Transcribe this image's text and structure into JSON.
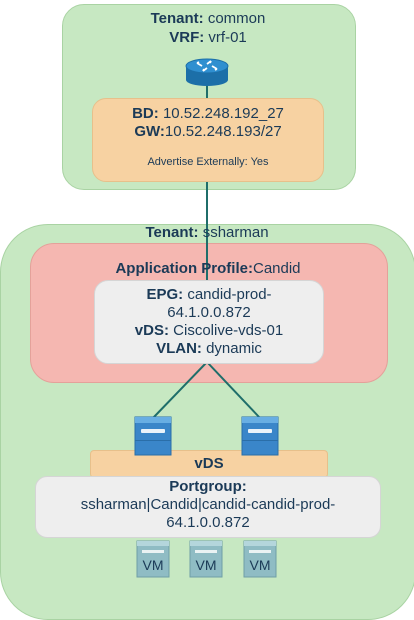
{
  "tenant_common": {
    "tenant_label": "Tenant:",
    "tenant_value": "common",
    "vrf_label": "VRF:",
    "vrf_value": "vrf-01"
  },
  "bd": {
    "bd_label": "BD:",
    "bd_value": "10.52.248.192_27",
    "gw_label": "GW:",
    "gw_value": "10.52.248.193/27",
    "advertise": "Advertise Externally: Yes"
  },
  "tenant_ssharman": {
    "tenant_label": "Tenant:",
    "tenant_value": "ssharman"
  },
  "app_profile": {
    "label": "Application Profile:",
    "value": "Candid"
  },
  "epg": {
    "epg_label": "EPG:",
    "epg_value_line1": "candid-prod-",
    "epg_value_line2": "64.1.0.0.872",
    "vds_label": "vDS:",
    "vds_value": "Ciscolive-vds-01",
    "vlan_label": "VLAN:",
    "vlan_value": "dynamic"
  },
  "vds_bar": {
    "label": "vDS"
  },
  "portgroup": {
    "label": "Portgroup:",
    "value_line1": "ssharman|Candid|candid-candid-prod-",
    "value_line2": "64.1.0.0.872"
  },
  "vms": [
    {
      "label": "VM"
    },
    {
      "label": "VM"
    },
    {
      "label": "VM"
    }
  ],
  "colors": {
    "tenant_green": "#c7e8c2",
    "app_profile_red": "#f5b7b1",
    "bd_orange": "#f7d2a2",
    "epg_gray": "#eeeeee",
    "connector": "#1f6e6a",
    "text": "#1b3a57",
    "router_blue": "#2f8fd0",
    "server_blue": "#3a86c9",
    "vm_teal": "#8fbcc4"
  }
}
